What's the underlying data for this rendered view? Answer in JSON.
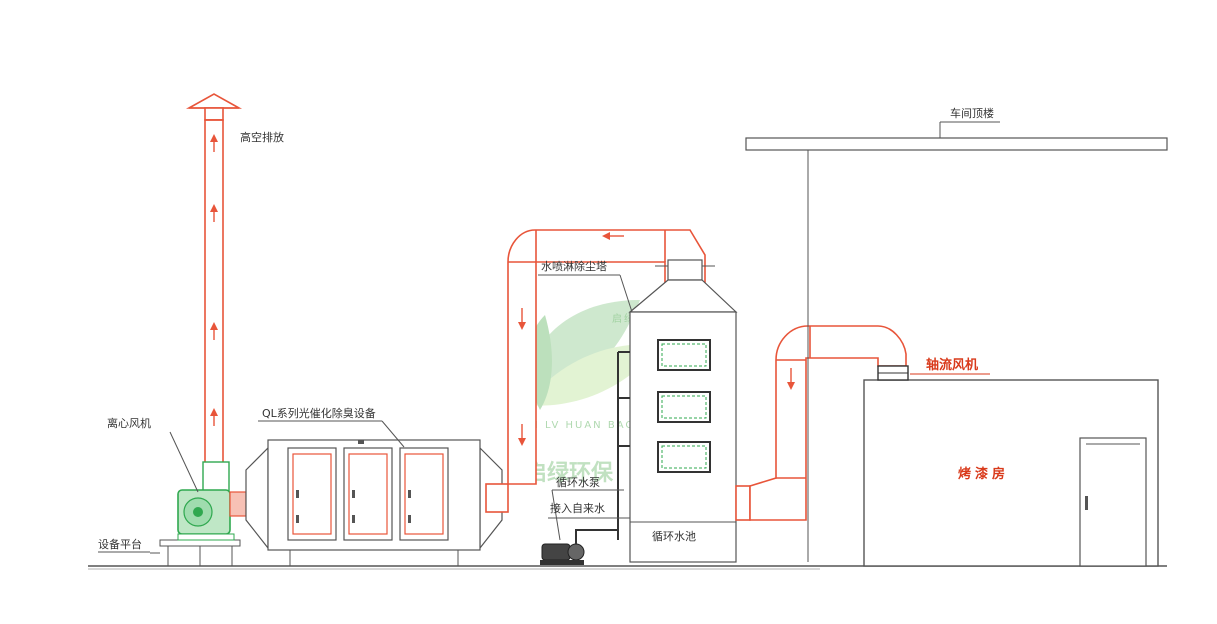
{
  "labels": {
    "high_altitude_exhaust": "高空排放",
    "workshop_roof": "车间顶楼",
    "spray_tower": "水喷淋除尘塔",
    "centrifugal_fan": "离心风机",
    "photocatalytic_device": "QL系列光催化除臭设备",
    "circulating_pump": "循环水泵",
    "tap_water_inlet": "接入自来水",
    "circulating_pool": "循环水池",
    "axial_fan": "轴流风机",
    "paint_room": "烤漆房",
    "equipment_platform": "设备平台"
  },
  "watermark": {
    "brand_cn": "启绿",
    "brand_pinyin": "QI LV HUAN BAO",
    "brand_big": "启绿环保"
  },
  "colors": {
    "duct": "#e8553a",
    "label_red": "#d93a1b",
    "machine_green": "#2fa84f",
    "structure": "#555555",
    "watermark": "#8fc98f"
  }
}
